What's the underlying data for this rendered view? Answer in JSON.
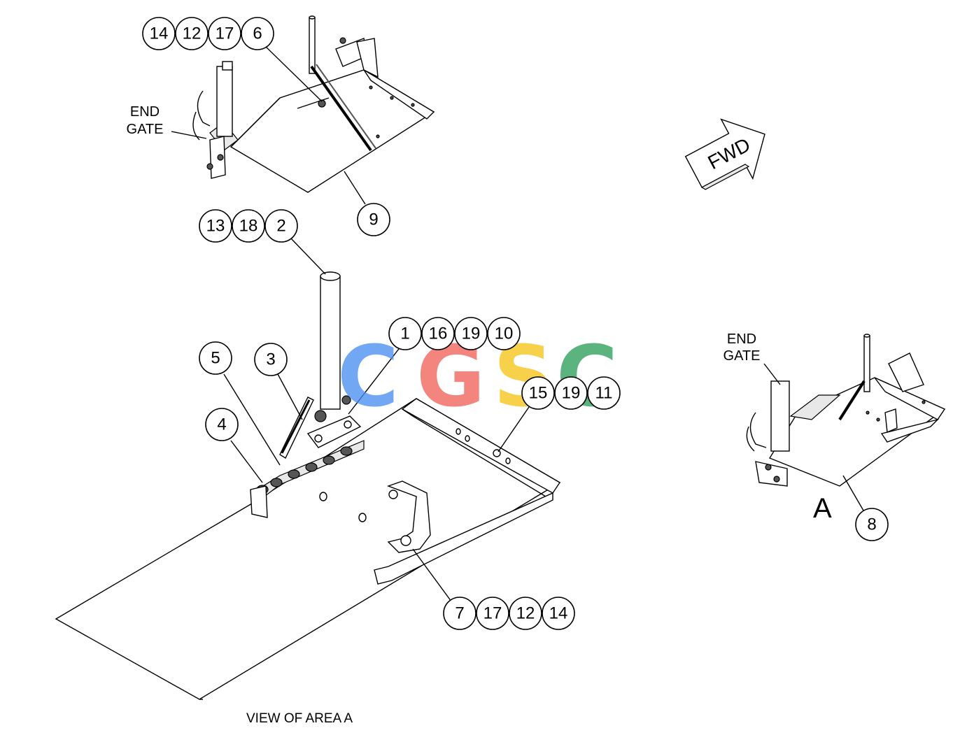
{
  "labels": {
    "end_gate_top": [
      "END",
      "GATE"
    ],
    "end_gate_right": [
      "END",
      "GATE"
    ],
    "fwd": "FWD",
    "view_letter": "A",
    "caption": "VIEW OF AREA A"
  },
  "watermark": {
    "letters": [
      "C",
      "G",
      "S",
      "C"
    ],
    "colors": [
      "#4a8ff0",
      "#f0635a",
      "#f5c518",
      "#2e9e5b"
    ]
  },
  "callouts": [
    {
      "id": "c-14a",
      "text": "14"
    },
    {
      "id": "c-12a",
      "text": "12"
    },
    {
      "id": "c-17a",
      "text": "17"
    },
    {
      "id": "c-6",
      "text": "6"
    },
    {
      "id": "c-9",
      "text": "9"
    },
    {
      "id": "c-13",
      "text": "13"
    },
    {
      "id": "c-18",
      "text": "18"
    },
    {
      "id": "c-2",
      "text": "2"
    },
    {
      "id": "c-1",
      "text": "1"
    },
    {
      "id": "c-16",
      "text": "16"
    },
    {
      "id": "c-19a",
      "text": "19"
    },
    {
      "id": "c-10",
      "text": "10"
    },
    {
      "id": "c-5",
      "text": "5"
    },
    {
      "id": "c-3",
      "text": "3"
    },
    {
      "id": "c-4",
      "text": "4"
    },
    {
      "id": "c-15",
      "text": "15"
    },
    {
      "id": "c-19b",
      "text": "19"
    },
    {
      "id": "c-11",
      "text": "11"
    },
    {
      "id": "c-7",
      "text": "7"
    },
    {
      "id": "c-17b",
      "text": "17"
    },
    {
      "id": "c-12b",
      "text": "12"
    },
    {
      "id": "c-14b",
      "text": "14"
    },
    {
      "id": "c-8",
      "text": "8"
    }
  ]
}
